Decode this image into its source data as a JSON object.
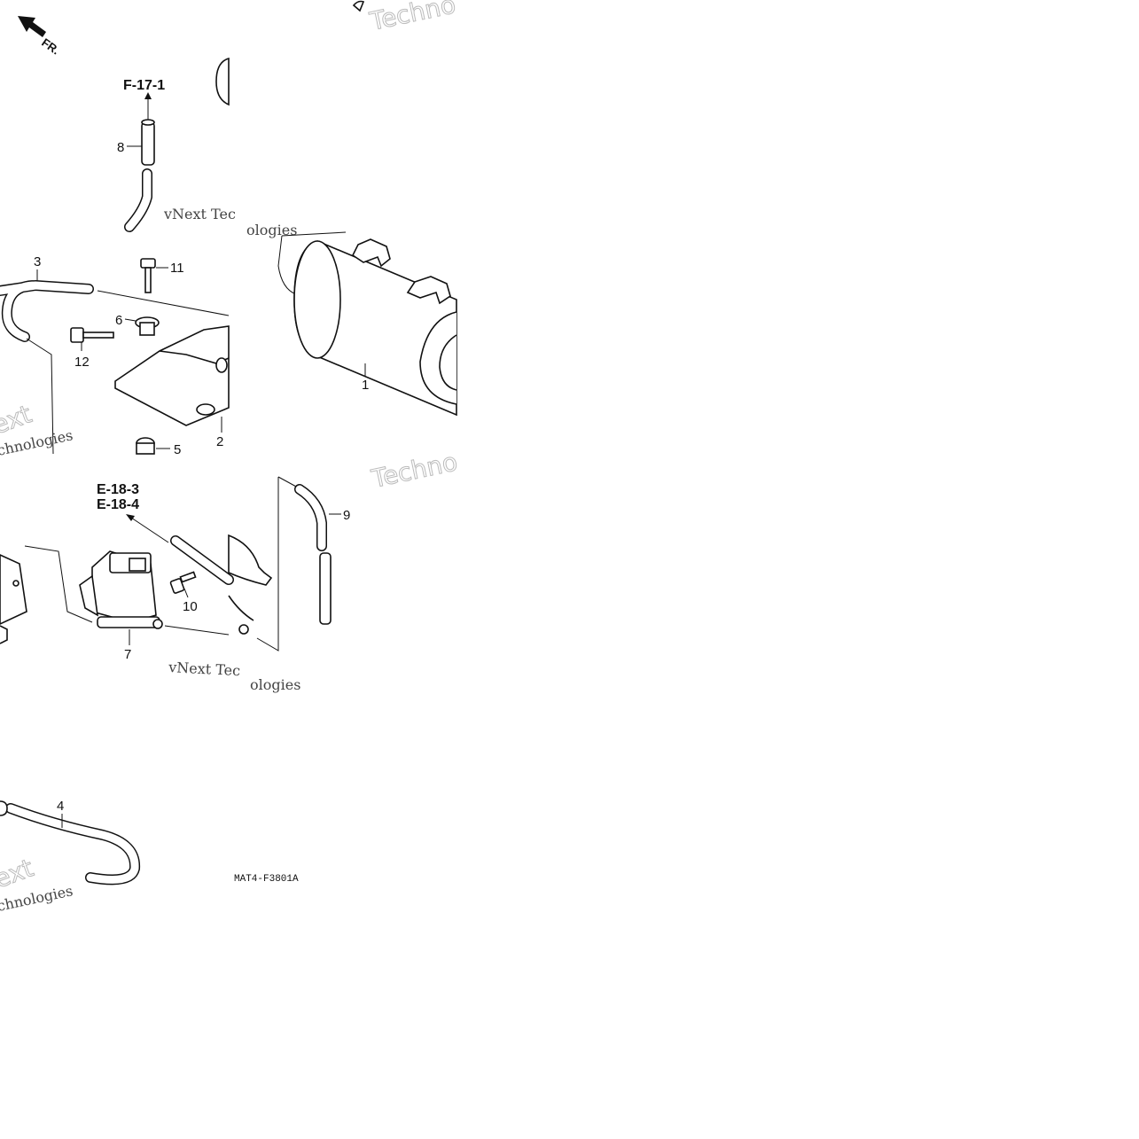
{
  "diagram": {
    "direction_label": "FR.",
    "references": {
      "f_17_1": "F-17-1",
      "e_18_3": "E-18-3",
      "e_18_4": "E-18-4"
    },
    "callouts": {
      "p1": "1",
      "p2": "2",
      "p3": "3",
      "p4": "4",
      "p5": "5",
      "p6": "6",
      "p7": "7",
      "p8": "8",
      "p9": "9",
      "p10": "10",
      "p11": "11",
      "p12": "12"
    },
    "drawing_code": "MAT4-F3801A",
    "watermarks": {
      "vnext_tec": "vNext Tec",
      "ologies": "ologies",
      "techno": "Techno",
      "technologies": "chnologies",
      "next": "Next",
      "ext": "ext"
    }
  }
}
